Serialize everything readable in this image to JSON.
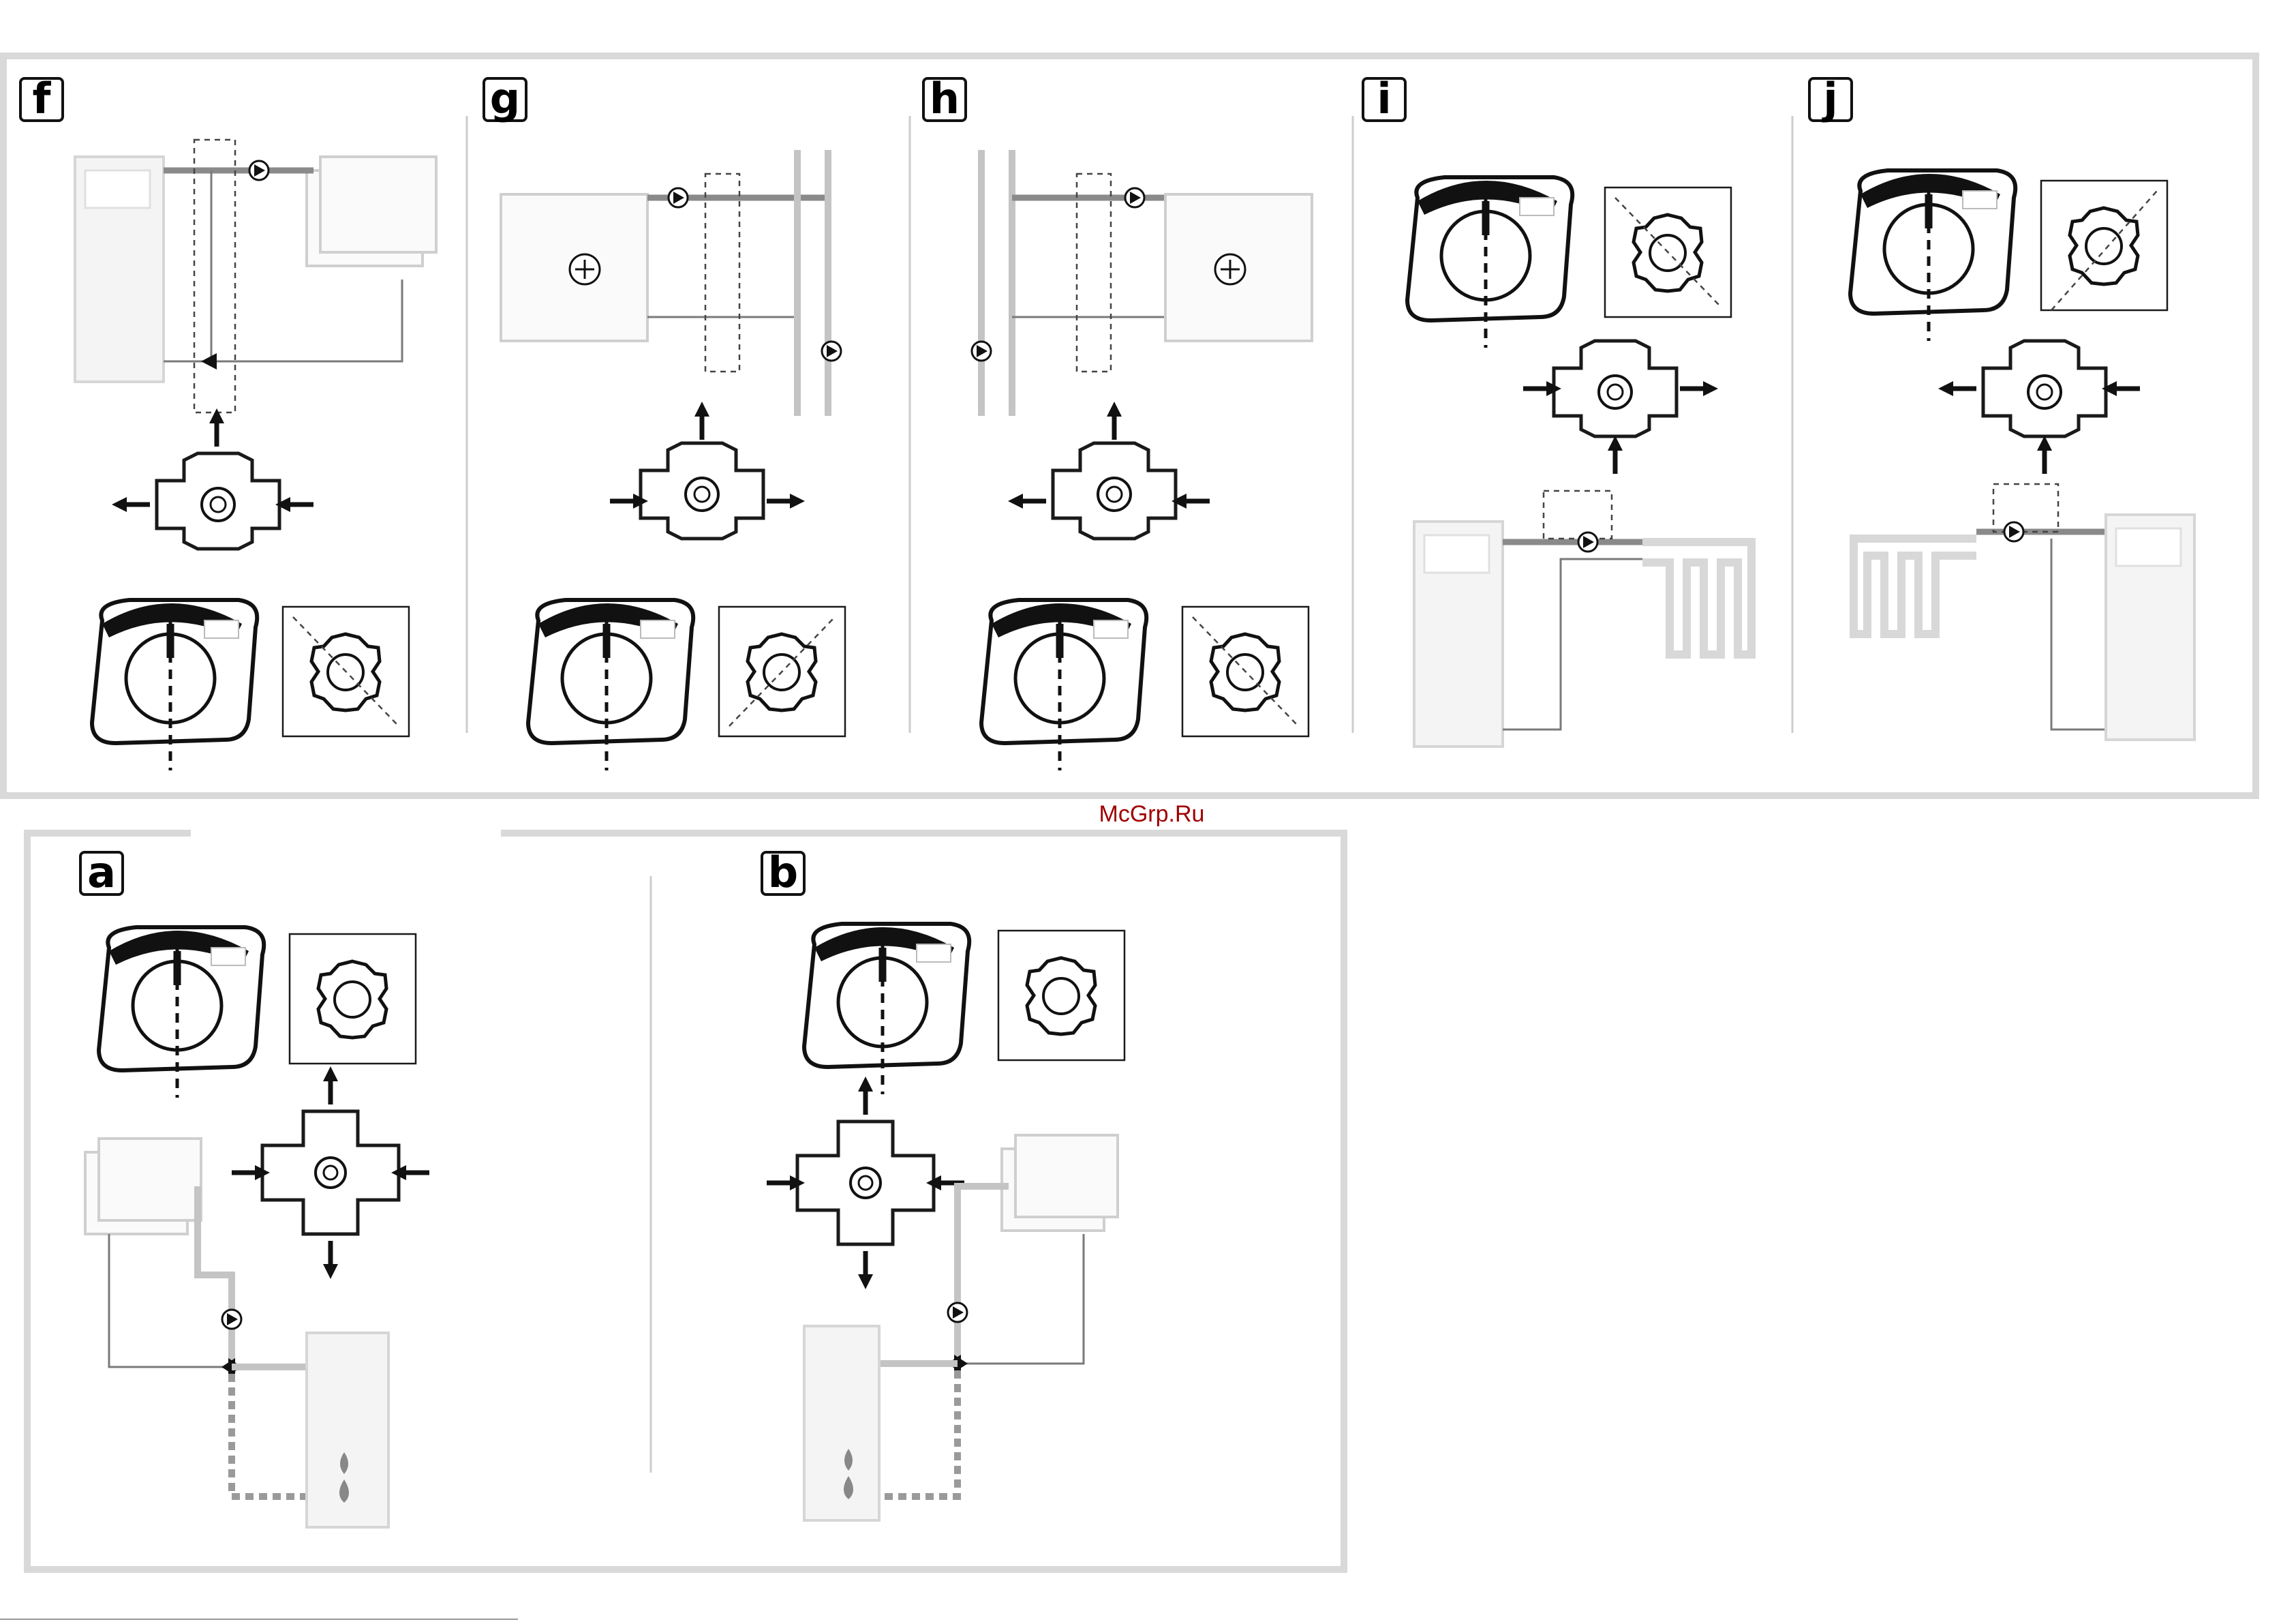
{
  "panels_top": [
    {
      "id": "f",
      "label": "f"
    },
    {
      "id": "g",
      "label": "g"
    },
    {
      "id": "h",
      "label": "h"
    },
    {
      "id": "i",
      "label": "i"
    },
    {
      "id": "j",
      "label": "j"
    }
  ],
  "panels_bottom": [
    {
      "id": "a",
      "label": "a"
    },
    {
      "id": "b",
      "label": "b"
    }
  ],
  "watermark": "McGrp.Ru",
  "colors": {
    "frame": "#d9d9d9",
    "ink": "#111111",
    "pipe": "#8a8a8a",
    "watermark": "#a00000"
  }
}
